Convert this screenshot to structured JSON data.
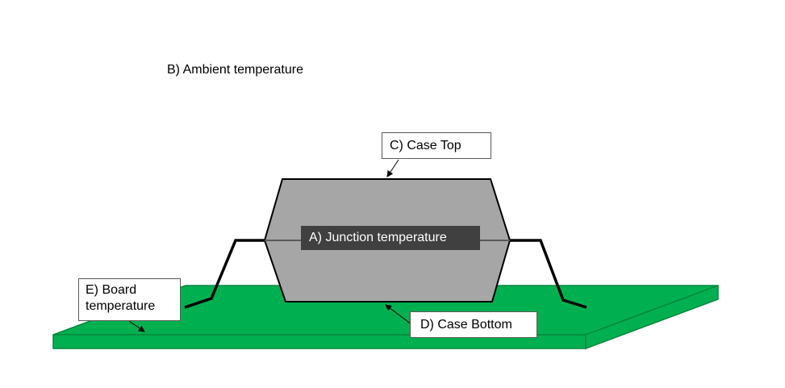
{
  "labels": {
    "ambient": "B)  Ambient temperature",
    "case_top": "C) Case Top",
    "junction": "A)  Junction temperature",
    "case_bottom": "D) Case Bottom",
    "board_line1": "E) Board",
    "board_line2": "temperature"
  },
  "colors": {
    "board_fill": "#00b050",
    "board_edge": "#00873d",
    "package_fill": "#a6a6a6",
    "package_stroke": "#000000",
    "lead_stroke": "#000000",
    "junction_fill": "#404040",
    "junction_text": "#ffffff"
  }
}
